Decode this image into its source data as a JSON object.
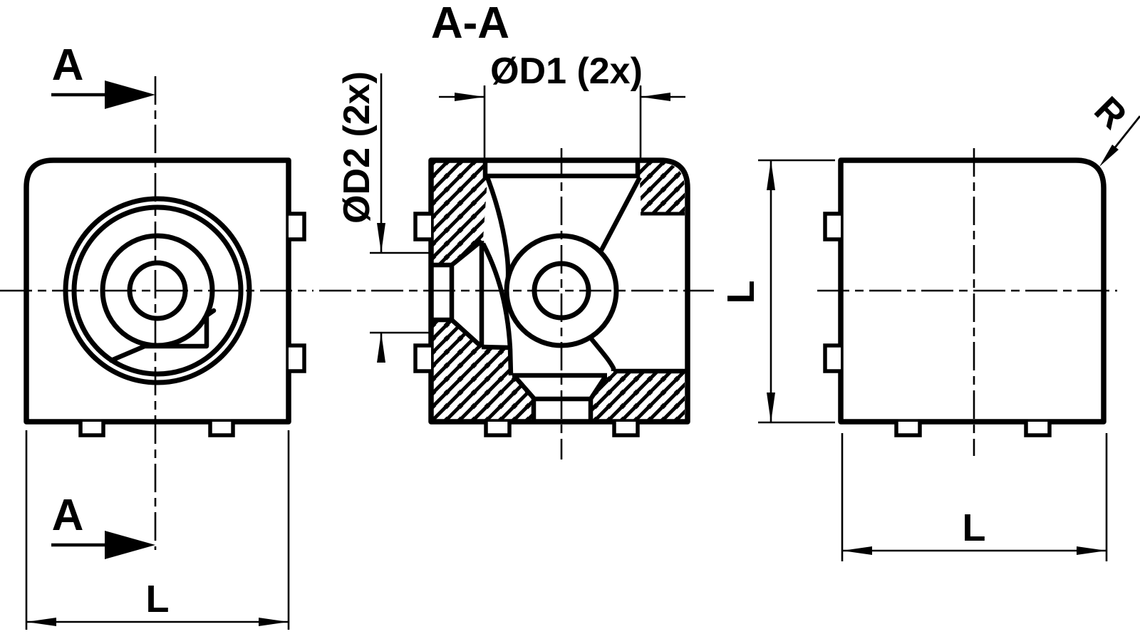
{
  "drawing": {
    "type": "engineering-orthographic-views",
    "background_color": "#ffffff",
    "line_color": "#000000",
    "views": [
      {
        "id": "front-view",
        "description": "front view with concentric bores and section cutting line"
      },
      {
        "id": "section-view",
        "description": "section A-A with 45-degree hatching, central bore circles, countersunk side bore and bottom funnel bore"
      },
      {
        "id": "side-view",
        "description": "plain side view with rounded corner and radius callout"
      }
    ]
  },
  "labels": {
    "section_title": "A-A",
    "section_arrow_top": "A",
    "section_arrow_bottom": "A",
    "dim_d1": "ØD1 (2x)",
    "dim_d2": "ØD2 (2x)",
    "dim_length_front": "L",
    "dim_length_side_vertical": "L",
    "dim_length_side_horizontal": "L",
    "dim_radius": "R"
  }
}
